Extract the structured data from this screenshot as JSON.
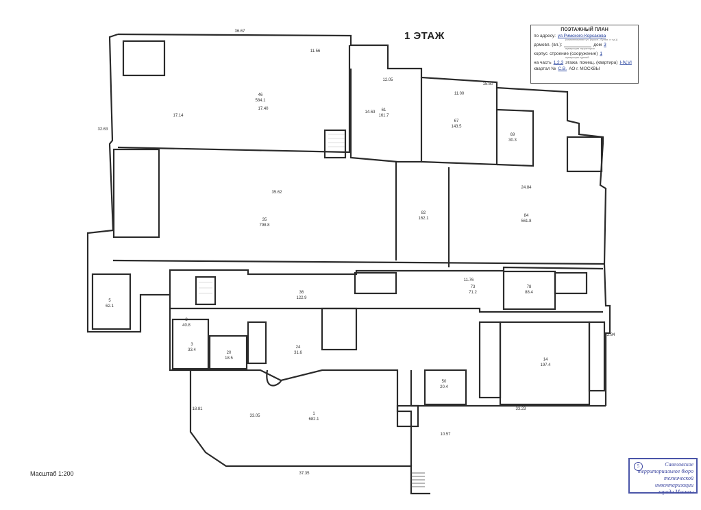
{
  "header": {
    "floor_title": "1 ЭТАЖ"
  },
  "info_box": {
    "title": "ПОЭТАЖНЫЙ ПЛАН",
    "address_label": "по адресу:",
    "address_value": "ул.Римского-Корсакова",
    "address_hint": "(наименование ул. (просп., бульв. и т.д.))",
    "house_label": "домовл. (вл.):",
    "house_label2": "дом",
    "house_value": "3",
    "house_hint": "нумерация территории",
    "korpus_label": "корпус",
    "stroenie_label": "строение (сооружение)",
    "stroenie_value": "1",
    "stroenie_hint": "нумерации зданий",
    "part_label": "на часть",
    "part_value": "1,2,3",
    "floor_label": "этажа",
    "premises_label": "помещ. (квартира)",
    "premises_value": "I-IV,VI",
    "kvartal_label": "квартал №",
    "district_value": "С.В.",
    "okrug_label": "АО г. МОСКВЫ"
  },
  "scale": {
    "label": "Масштаб 1:200"
  },
  "stamp": {
    "number": "5",
    "line1": "Савеловское",
    "line2": "территориальное бюро",
    "line3": "технической инвентаризации",
    "line4": "города Москвы"
  },
  "rooms": [
    {
      "id": "r46",
      "num": "46",
      "area": "584.1"
    },
    {
      "id": "r61",
      "num": "61",
      "area": "161.7"
    },
    {
      "id": "r67",
      "num": "67",
      "area": "143.5"
    },
    {
      "id": "r69",
      "num": "69",
      "area": "30.3"
    },
    {
      "id": "r35",
      "num": "35",
      "area": "798.8"
    },
    {
      "id": "r82",
      "num": "82",
      "area": "162.1"
    },
    {
      "id": "r84",
      "num": "84",
      "area": "561.8"
    },
    {
      "id": "r36",
      "num": "36",
      "area": "122.9"
    },
    {
      "id": "r24",
      "num": "24",
      "area": "31.6"
    },
    {
      "id": "r1",
      "num": "1",
      "area": "682.1"
    },
    {
      "id": "r14",
      "num": "14",
      "area": "197.4"
    },
    {
      "id": "r3",
      "num": "3",
      "area": "33.4"
    },
    {
      "id": "r20",
      "num": "20",
      "area": "18.5"
    },
    {
      "id": "r78",
      "num": "78",
      "area": "88.4"
    },
    {
      "id": "r8",
      "num": "8",
      "area": "40.8"
    },
    {
      "id": "r5",
      "num": "5",
      "area": "62.1"
    },
    {
      "id": "r73",
      "num": "73",
      "area": "71.2"
    },
    {
      "id": "r50",
      "num": "50",
      "area": "20.4"
    }
  ],
  "dimensions": [
    {
      "id": "d1",
      "text": "36.67"
    },
    {
      "id": "d2",
      "text": "11.56"
    },
    {
      "id": "d3",
      "text": "17.14"
    },
    {
      "id": "d4",
      "text": "17.40"
    },
    {
      "id": "d5",
      "text": "35.62"
    },
    {
      "id": "d6",
      "text": "24.84"
    },
    {
      "id": "d7",
      "text": "33.05"
    },
    {
      "id": "d8",
      "text": "37.35"
    },
    {
      "id": "d9",
      "text": "33.23"
    },
    {
      "id": "d10",
      "text": "14.63"
    },
    {
      "id": "d11",
      "text": "12.05"
    },
    {
      "id": "d12",
      "text": "11.00"
    },
    {
      "id": "d13",
      "text": "15.50"
    },
    {
      "id": "d14",
      "text": "11.76"
    },
    {
      "id": "d15",
      "text": "10.57"
    },
    {
      "id": "d16",
      "text": "22.84"
    },
    {
      "id": "d17",
      "text": "32.63"
    },
    {
      "id": "d18",
      "text": "18.81"
    }
  ]
}
